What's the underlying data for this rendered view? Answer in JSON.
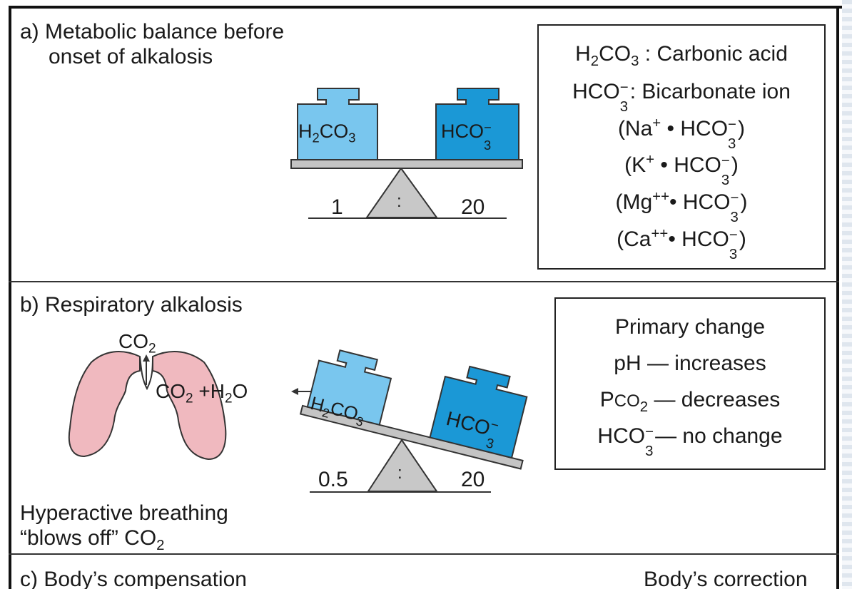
{
  "panel_a": {
    "title_line1": "a) Metabolic balance before",
    "title_line2": "onset of alkalosis",
    "left_weight": {
      "label_main": "H",
      "label_sub1": "2",
      "label_mid": "CO",
      "label_sub2": "3"
    },
    "right_weight": {
      "label_main": "HCO",
      "label_sub": "3",
      "label_sup": "−"
    },
    "ratio_left": "1",
    "ratio_sep": ":",
    "ratio_right": "20",
    "legend": {
      "r1_a": "H",
      "r1_b": "2",
      "r1_c": "CO",
      "r1_d": "3",
      "r1_e": " : Carbonic acid",
      "r2_a": "HCO",
      "r2_b": "3",
      "r2_c": "−",
      "r2_d": ": Bicarbonate ion",
      "r3_a": "(Na",
      "r3_b": "+",
      "r3_c": " • HCO",
      "r3_d": "3",
      "r3_e": "−",
      "r3_f": ")",
      "r4_a": "(K",
      "r4_b": "+",
      "r4_c": " • HCO",
      "r4_d": "3",
      "r4_e": "−",
      "r4_f": ")",
      "r5_a": "(Mg",
      "r5_b": "++",
      "r5_c": "• HCO",
      "r5_d": "3",
      "r5_e": "−",
      "r5_f": ")",
      "r6_a": "(Ca",
      "r6_b": "++",
      "r6_c": "• HCO",
      "r6_d": "3",
      "r6_e": "−",
      "r6_f": ")"
    }
  },
  "panel_b": {
    "title": "b) Respiratory alkalosis",
    "co2_top_a": "CO",
    "co2_top_b": "2",
    "reaction_a": "CO",
    "reaction_b": "2",
    "reaction_c": " +H",
    "reaction_d": "2",
    "reaction_e": "O",
    "left_weight": {
      "a": "H",
      "b": "2",
      "c": "CO",
      "d": "3"
    },
    "right_weight": {
      "a": "HCO",
      "b": "3",
      "c": "−"
    },
    "ratio_left": "0.5",
    "ratio_sep": ":",
    "ratio_right": "20",
    "caption_line1": "Hyperactive breathing",
    "caption_line2_a": "“blows off” CO",
    "caption_line2_b": "2",
    "changes": {
      "heading": "Primary change",
      "ph": "pH — increases",
      "pco2_a": "P",
      "pco2_b": "CO",
      "pco2_c": "2",
      "pco2_d": " — decreases",
      "hco3_a": "HCO",
      "hco3_b": "3",
      "hco3_c": "−",
      "hco3_d": "— no change"
    }
  },
  "panel_c": {
    "title_left": "c) Body’s compensation",
    "title_right": "Body’s correction"
  },
  "colors": {
    "carbonic_acid_weight": "#79c6ee",
    "bicarbonate_weight": "#1b98d6",
    "lung": "#f0b9bf",
    "fulcrum": "#c8c8c8",
    "beam": "#c4c4c4"
  }
}
